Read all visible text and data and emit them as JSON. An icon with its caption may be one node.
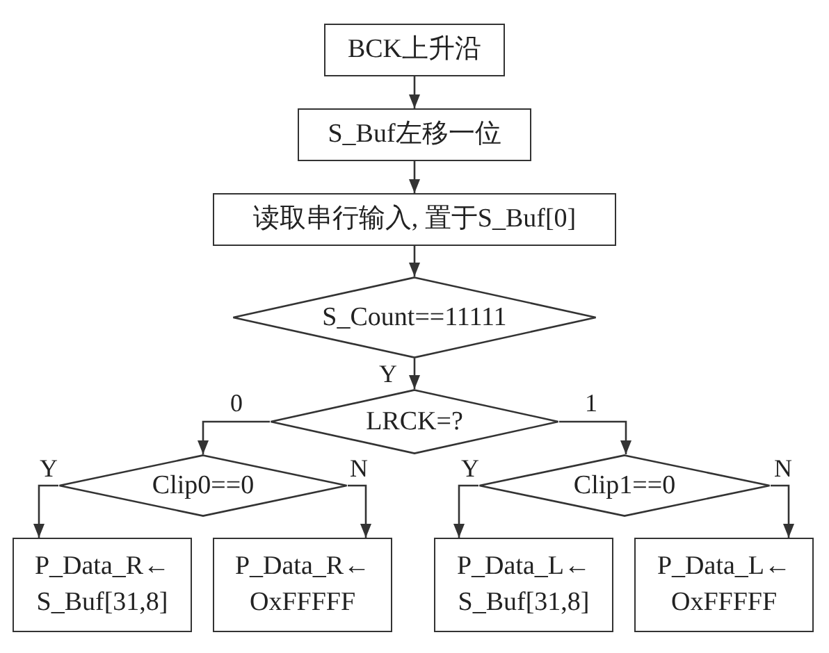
{
  "diagram": {
    "nodes": [
      {
        "text": [
          "BCK上升沿"
        ]
      },
      {
        "text": [
          "S_Buf左移一位"
        ]
      },
      {
        "text": [
          "读取串行输入, 置于S_Buf[0]"
        ]
      },
      {
        "text": [
          "S_Count==11111"
        ]
      },
      {
        "text": [
          "LRCK=?"
        ]
      },
      {
        "text": [
          "Clip0==0"
        ]
      },
      {
        "text": [
          "Clip1==0"
        ]
      },
      {
        "text": [
          "P_Data_R← S_Buf[31,8]"
        ]
      },
      {
        "text": [
          "P_Data_R← OxFFFFF"
        ]
      },
      {
        "text": [
          "P_Data_L← S_Buf[31,8]"
        ]
      },
      {
        "text": [
          "P_Data_L← OxFFFFF"
        ]
      }
    ],
    "edges": [
      {
        "from": 0,
        "to": 1,
        "arrow": "to"
      },
      {
        "from": 1,
        "to": 2,
        "arrow": "to"
      },
      {
        "from": 2,
        "to": 3,
        "arrow": "to"
      },
      {
        "from": 3,
        "to": 4,
        "arrow": "to",
        "label": "Y"
      },
      {
        "from": 4,
        "to": 5,
        "arrow": "to",
        "label": "0"
      },
      {
        "from": 4,
        "to": 6,
        "arrow": "to",
        "label": "1"
      },
      {
        "from": 5,
        "to": 7,
        "arrow": "to",
        "label": "Y"
      },
      {
        "from": 5,
        "to": 8,
        "arrow": "to",
        "label": "N"
      },
      {
        "from": 6,
        "to": 9,
        "arrow": "to",
        "label": "Y"
      },
      {
        "from": 6,
        "to": 10,
        "arrow": "to",
        "label": "N"
      }
    ]
  }
}
